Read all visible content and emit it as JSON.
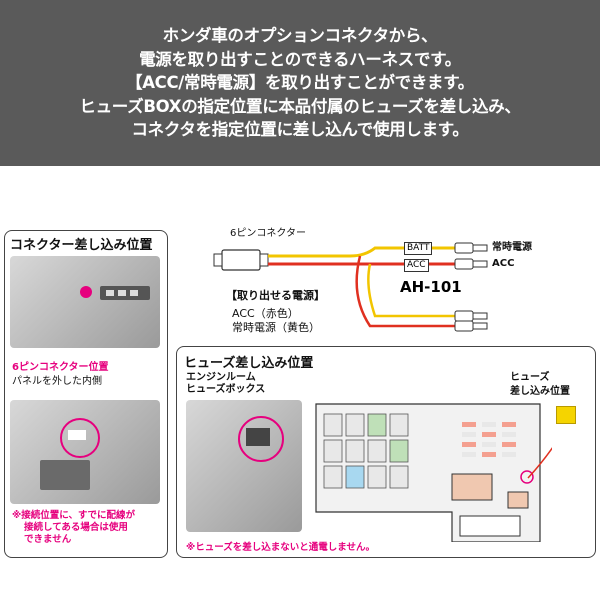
{
  "banner": {
    "lines": [
      "ホンダ車のオプションコネクタから、",
      "電源を取り出すことのできるハーネスです。",
      "【ACC/常時電源】を取り出すことができます。",
      "ヒューズBOXの指定位置に本品付属のヒューズを差し込み、",
      "コネクタを指定位置に差し込んで使用します。"
    ]
  },
  "harness": {
    "connector_label": "6ピンコネクター",
    "batt_tag": "BATT",
    "acc_tag": "ACC",
    "out_batt": "常時電源",
    "out_acc": "ACC",
    "model": "AH-101",
    "legend_title": "【取り出せる電源】",
    "legend_acc": "ACC（赤色）",
    "legend_batt": "常時電源（黄色）",
    "colors": {
      "acc_wire": "#e03020",
      "batt_wire": "#f2c500"
    }
  },
  "connector_box": {
    "title": "コネクター差し込み位置",
    "caption_title": "6ピンコネクター位置",
    "caption_sub": "パネルを外した内側",
    "note": [
      "※接続位置に、すでに配線が",
      "接続してある場合は使用",
      "できません"
    ]
  },
  "fuse_box": {
    "title": "ヒューズ差し込み位置",
    "engine_label": [
      "エンジンルーム",
      "ヒューズボックス"
    ],
    "fuse_label": [
      "ヒューズ",
      "差し込み位置"
    ],
    "note": "※ヒューズを差し込まないと通電しません。"
  },
  "colors": {
    "banner_bg": "#5a5a5a",
    "accent": "#e6007e",
    "fuse_yellow": "#f5d400"
  }
}
